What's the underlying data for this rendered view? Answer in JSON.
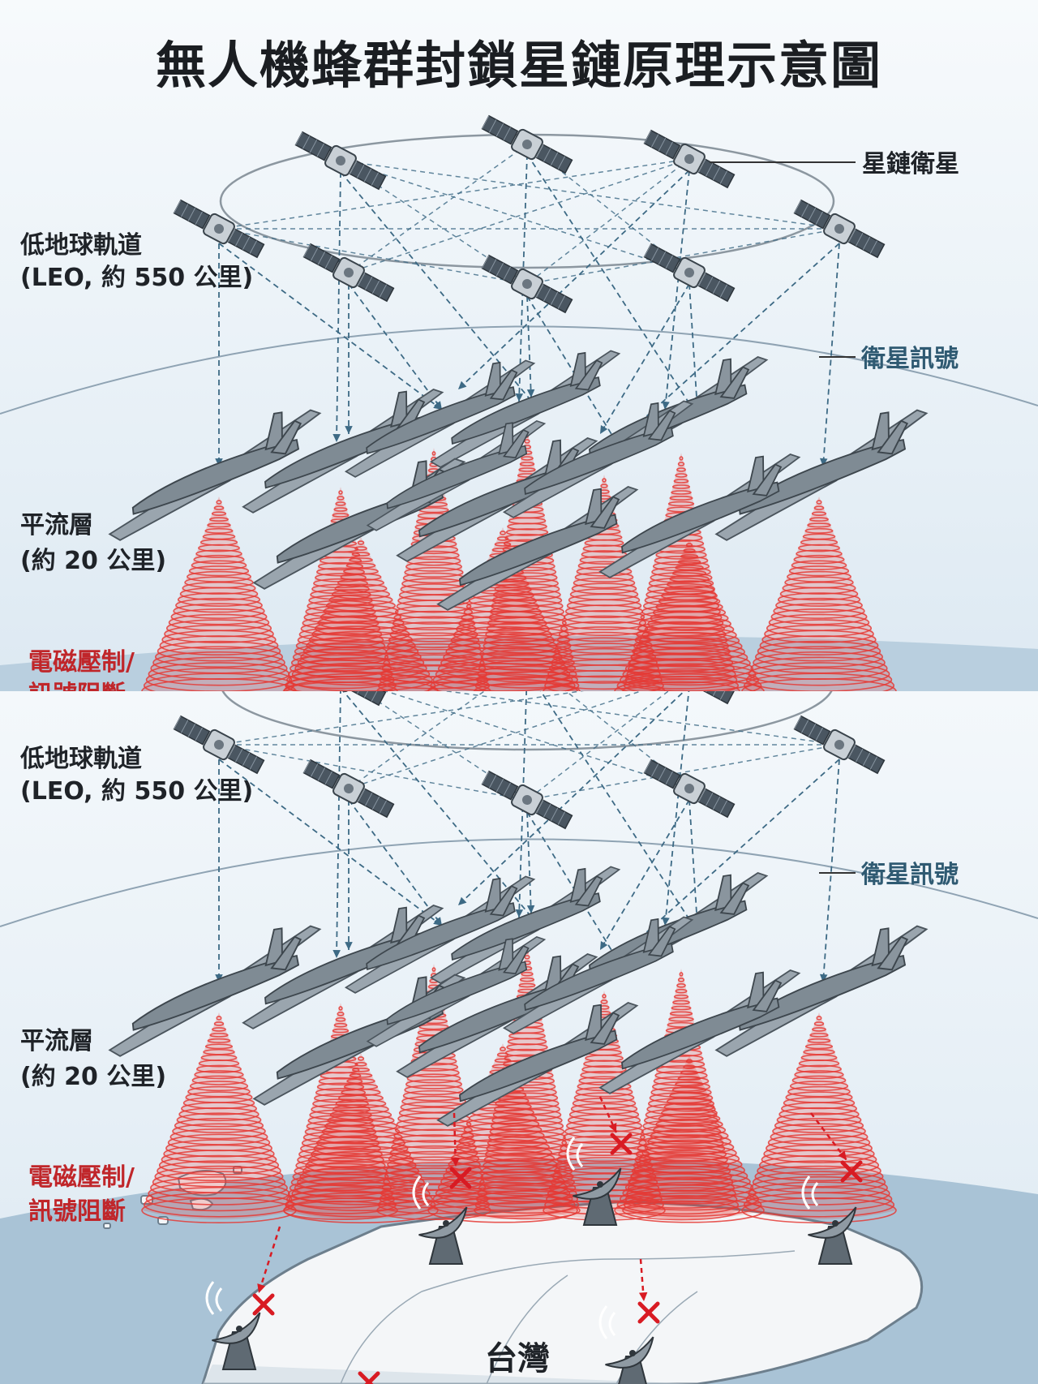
{
  "title": "無人機蜂群封鎖星鏈原理示意圖",
  "labels": {
    "starlink": "星鏈衛星",
    "leo_line1": "低地球軌道",
    "leo_line2": "(LEO, 約 550 公里)",
    "signal": "衛星訊號",
    "strat_line1": "平流層",
    "strat_line2": "(約 20 公里)",
    "ew_line1": "電磁壓制/",
    "ew_line2": "訊號阻斷",
    "taiwan": "台灣"
  },
  "colors": {
    "jamming": "#e53935",
    "signal": "#3d6a85",
    "drone": "#7b8790",
    "jammed_mark": "#d81b23",
    "land": "#f4f6f8",
    "sea": "#a9c3d6"
  }
}
